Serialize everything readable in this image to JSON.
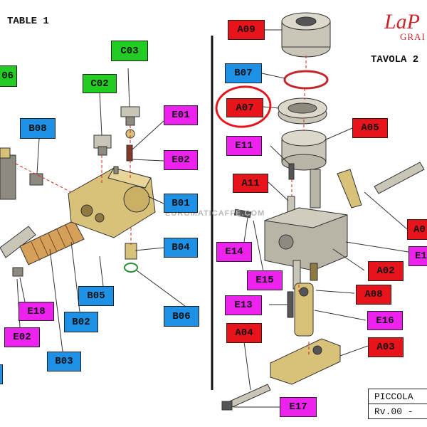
{
  "left_table": {
    "title": "TABLE 1"
  },
  "right_table": {
    "title": "TAVOLA 2"
  },
  "brand": {
    "logo_text": "LaP",
    "logo_sub": "GRAI"
  },
  "watermark": "EUROMATICAFFE.COM",
  "title_block": {
    "name": "PICCOLA",
    "revision": "Rv.00 -"
  },
  "colors": {
    "blue": "#1e90e6",
    "red": "#e8141c",
    "green": "#22cc22",
    "magenta": "#ee22ee",
    "highlight": "#e8141c"
  },
  "labels": {
    "c03": "C03",
    "c02": "C02",
    "a06_cut": "06",
    "e01_l": "E01",
    "b08": "B08",
    "e02_top": "E02",
    "b01": "B01",
    "b04": "B04",
    "b05": "B05",
    "b06": "B06",
    "e18": "E18",
    "e02_bot": "E02",
    "b02": "B02",
    "b03": "B03",
    "a09": "A09",
    "b07": "B07",
    "a07": "A07",
    "e11": "E11",
    "a05": "A05",
    "a11": "A11",
    "a0x_cut": "A0",
    "e_cut": "E1",
    "e14": "E14",
    "e15": "E15",
    "a02": "A02",
    "a08": "A08",
    "e13": "E13",
    "e16": "E16",
    "a04": "A04",
    "a03": "A03",
    "e17": "E17"
  }
}
